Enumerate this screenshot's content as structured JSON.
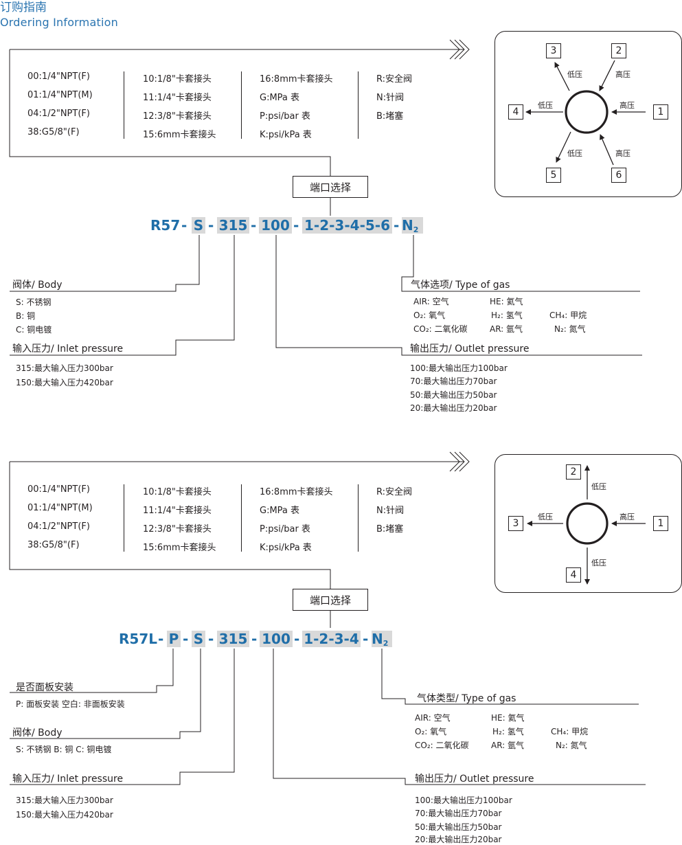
{
  "header": {
    "title_cn": "订购指南",
    "title_en": "Ordering Information"
  },
  "options": {
    "col1": [
      "00:1/4\"NPT(F)",
      "01:1/4\"NPT(M)",
      "04:1/2\"NPT(F)",
      "38:G5/8\"(F)"
    ],
    "col2": [
      "10:1/8\"卡套接头",
      "11:1/4\"卡套接头",
      "12:3/8\"卡套接头",
      "15:6mm卡套接头"
    ],
    "col3": [
      "16:8mm卡套接头",
      "G:MPa 表",
      "P:psi/bar 表",
      "K:psi/kPa 表"
    ],
    "col4": [
      "R:安全阀",
      "N:针阀",
      "B:堵塞"
    ]
  },
  "port_select": "端口选择",
  "section1": {
    "code": {
      "prefix": "R57",
      "body": "S",
      "inlet": "315",
      "outlet": "100",
      "ports": "1-2-3-4-5-6",
      "gas_main": "N",
      "gas_sub": "2",
      "sep": "-"
    },
    "body": {
      "title": "阀体/ Body",
      "items": [
        "S: 不锈钢",
        "B: 铜",
        "C: 铜电镀"
      ]
    },
    "inlet": {
      "title": "输入压力/ Inlet pressure",
      "items": [
        "315:最大输入压力300bar",
        "150:最大输入压力420bar"
      ]
    },
    "gas": {
      "title": "气体选项/ Type of gas",
      "rows": [
        [
          "AIR: 空气",
          "HE: 氦气",
          ""
        ],
        [
          "O₂: 氧气",
          "H₂: 氢气",
          "CH₄: 甲烷"
        ],
        [
          "CO₂: 二氧化碳",
          "AR: 氩气",
          "N₂: 氮气"
        ]
      ]
    },
    "outlet": {
      "title": "输出压力/ Outlet pressure",
      "items": [
        "100:最大输出压力100bar",
        "70:最大输出压力70bar",
        "50:最大输出压力50bar",
        "20:最大输出压力20bar"
      ]
    },
    "diagram": {
      "ports": [
        "1",
        "2",
        "3",
        "4",
        "5",
        "6"
      ],
      "low": "低压",
      "high": "高压"
    }
  },
  "section2": {
    "code": {
      "prefix": "R57L",
      "panel": "P",
      "body": "S",
      "inlet": "315",
      "outlet": "100",
      "ports": "1-2-3-4",
      "gas_main": "N",
      "gas_sub": "2",
      "sep": "-"
    },
    "panel": {
      "title": "是否面板安装",
      "desc": "P: 面板安装  空白: 非面板安装"
    },
    "body": {
      "title": "阀体/ Body",
      "desc": "S: 不锈钢  B: 铜  C: 铜电镀"
    },
    "inlet": {
      "title": "输入压力/ Inlet pressure",
      "items": [
        "315:最大输入压力300bar",
        "150:最大输入压力420bar"
      ]
    },
    "gas": {
      "title": "气体类型/ Type of gas",
      "rows": [
        [
          "AIR: 空气",
          "HE: 氦气",
          ""
        ],
        [
          "O₂: 氧气",
          "H₂: 氢气",
          "CH₄: 甲烷"
        ],
        [
          "CO₂: 二氧化碳",
          "AR: 氩气",
          "N₂: 氮气"
        ]
      ]
    },
    "outlet": {
      "title": "输出压力/ Outlet pressure",
      "items": [
        "100:最大输出压力100bar",
        "70:最大输出压力70bar",
        "50:最大输出压力50bar",
        "20:最大输出压力20bar"
      ]
    },
    "diagram": {
      "ports": [
        "1",
        "2",
        "3",
        "4"
      ],
      "low": "低压",
      "high": "高压"
    }
  }
}
